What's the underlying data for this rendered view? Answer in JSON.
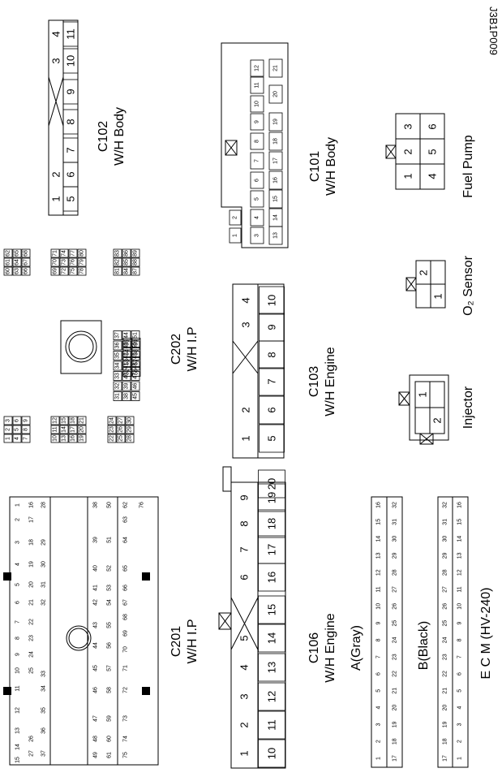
{
  "figure_code": "J3B1P009",
  "connectors": {
    "c102": {
      "name": "C102",
      "desc": "W/H Body",
      "pins": [
        "1",
        "2",
        "3",
        "4",
        "5",
        "6",
        "7",
        "8",
        "9",
        "10",
        "11"
      ]
    },
    "c101": {
      "name": "C101",
      "desc": "W/H Body",
      "pins": [
        "1",
        "2",
        "3",
        "4",
        "5",
        "6",
        "7",
        "8",
        "9",
        "10",
        "11",
        "12",
        "13",
        "14",
        "15",
        "16",
        "17",
        "18",
        "19",
        "20",
        "21"
      ]
    },
    "c202": {
      "name": "C202",
      "desc": "W/H I.P",
      "pins": [
        "1",
        "2",
        "3",
        "4",
        "5",
        "6",
        "7",
        "8",
        "9",
        "10",
        "11",
        "12",
        "13",
        "14",
        "15",
        "16",
        "17",
        "18",
        "19",
        "20",
        "21",
        "22",
        "23",
        "24",
        "25",
        "26",
        "27",
        "28",
        "29",
        "30",
        "31",
        "32",
        "33",
        "34",
        "35",
        "36",
        "37",
        "38",
        "39",
        "40",
        "41",
        "42",
        "43",
        "44",
        "45",
        "46",
        "47",
        "48",
        "49",
        "50",
        "51",
        "52",
        "53",
        "54",
        "55",
        "56",
        "57",
        "58",
        "59",
        "60",
        "61",
        "62",
        "63",
        "64",
        "65",
        "66",
        "67",
        "68",
        "69",
        "70",
        "71",
        "72",
        "73",
        "74",
        "75",
        "76",
        "77",
        "78",
        "79",
        "80",
        "81",
        "82",
        "83",
        "84",
        "85",
        "86",
        "87",
        "88",
        "89"
      ]
    },
    "c103": {
      "name": "C103",
      "desc": "W/H Engine",
      "pins": [
        "1",
        "2",
        "3",
        "4",
        "5",
        "6",
        "7",
        "8",
        "9",
        "10"
      ]
    },
    "c201": {
      "name": "C201",
      "desc": "W/H I.P",
      "pins": [
        "1",
        "2",
        "3",
        "4",
        "5",
        "6",
        "7",
        "8",
        "9",
        "10",
        "11",
        "12",
        "13",
        "14",
        "15",
        "16",
        "17",
        "18",
        "19",
        "20",
        "21",
        "22",
        "23",
        "24",
        "25",
        "26",
        "27",
        "28",
        "29",
        "30",
        "31",
        "32",
        "33",
        "34",
        "35",
        "36",
        "37",
        "38",
        "39",
        "40",
        "41",
        "42",
        "43",
        "44",
        "45",
        "46",
        "47",
        "48",
        "49",
        "50",
        "51",
        "52",
        "53",
        "54",
        "55",
        "56",
        "57",
        "58",
        "59",
        "60",
        "61",
        "62",
        "63",
        "64",
        "65",
        "66",
        "67",
        "68",
        "69",
        "70",
        "71",
        "72",
        "73",
        "74",
        "75",
        "76"
      ]
    },
    "c106": {
      "name": "C106",
      "desc": "W/H Engine",
      "pins": [
        "1",
        "2",
        "3",
        "4",
        "5",
        "6",
        "7",
        "8",
        "9",
        "10",
        "11",
        "12",
        "13",
        "14",
        "15",
        "16",
        "17",
        "18",
        "19",
        "20"
      ]
    },
    "fuel_pump": {
      "name": "Fuel Pump",
      "pins": [
        "1",
        "2",
        "3",
        "4",
        "5",
        "6"
      ]
    },
    "o2_sensor": {
      "name": "O₂ Sensor",
      "pins": [
        "1",
        "2"
      ]
    },
    "injector": {
      "name": "Injector",
      "pins": [
        "1",
        "2"
      ]
    },
    "ecm": {
      "name": "E C M (HV-240)",
      "a": {
        "name": "A(Gray)",
        "pins": [
          "1",
          "2",
          "3",
          "4",
          "5",
          "6",
          "7",
          "8",
          "9",
          "10",
          "11",
          "12",
          "13",
          "14",
          "15",
          "16",
          "17",
          "18",
          "19",
          "20",
          "21",
          "22",
          "23",
          "24",
          "25",
          "26",
          "27",
          "28",
          "29",
          "30",
          "31",
          "32"
        ]
      },
      "b": {
        "name": "B(Black)",
        "pins": [
          "1",
          "2",
          "3",
          "4",
          "5",
          "6",
          "7",
          "8",
          "9",
          "10",
          "11",
          "12",
          "13",
          "14",
          "15",
          "16",
          "17",
          "18",
          "19",
          "20",
          "21",
          "22",
          "23",
          "24",
          "25",
          "26",
          "27",
          "28",
          "29",
          "30",
          "31",
          "32"
        ]
      }
    }
  }
}
